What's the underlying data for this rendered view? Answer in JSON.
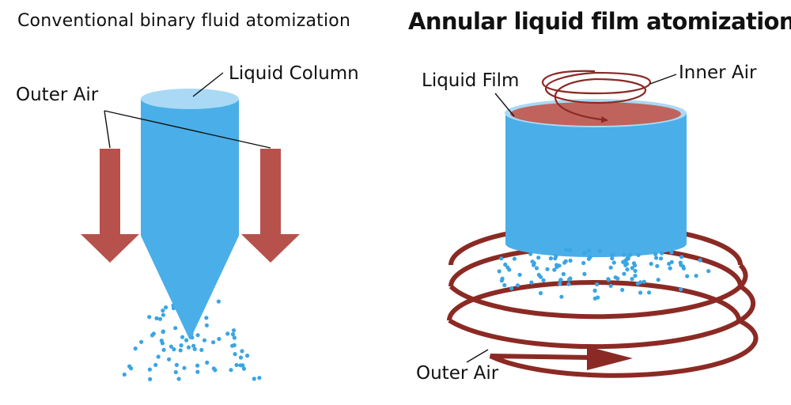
{
  "left_panel": {
    "title": "Conventional binary fluid atomization",
    "labels": {
      "liquid_column": "Liquid Column",
      "outer_air": "Outer Air"
    }
  },
  "right_panel": {
    "title": "Annular liquid film atomization",
    "labels": {
      "liquid_film": "Liquid Film",
      "inner_air": "Inner Air",
      "outer_air": "Outer Air"
    }
  },
  "colors": {
    "liquid_blue": "#4aaee8",
    "liquid_top": "#a9d9f5",
    "air_arrow": "#b7514c",
    "swirl": "#8b2a24",
    "film_top": "#c0635d",
    "droplet": "#3aa5e3"
  }
}
